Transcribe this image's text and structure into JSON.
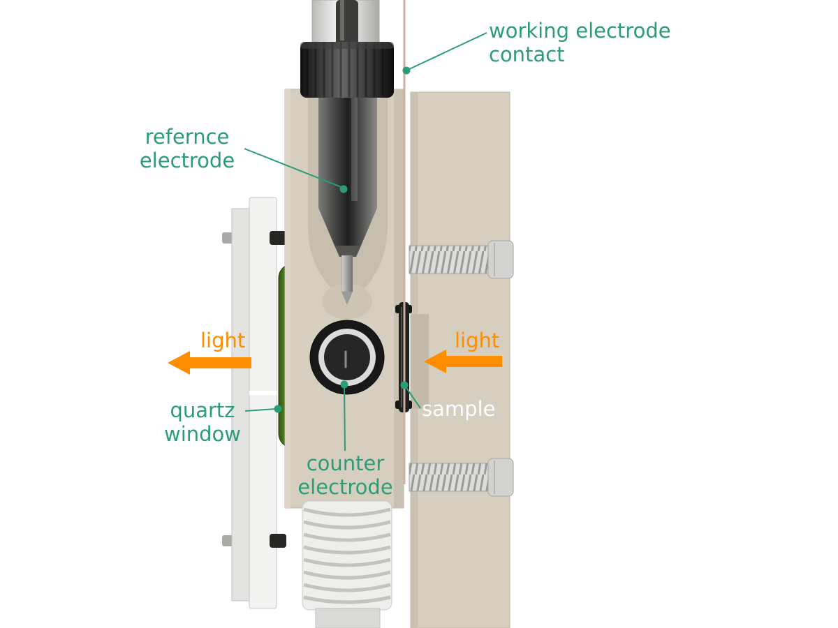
{
  "diagram": {
    "labels": {
      "working_electrode_contact": {
        "line1": "working electrode",
        "line2": "contact"
      },
      "reference_electrode": {
        "line1": "refernce",
        "line2": "electrode"
      },
      "light_left": "light",
      "light_right": "light",
      "quartz_window": {
        "line1": "quartz",
        "line2": "window"
      },
      "sample": "sample",
      "counter_electrode": {
        "line1": "counter",
        "line2": "electrode"
      }
    },
    "arrows": [
      {
        "label": "light",
        "direction": "left",
        "side": "left"
      },
      {
        "label": "light",
        "direction": "left",
        "side": "right"
      }
    ],
    "colors": {
      "label_teal": "#2a9c78",
      "arrow_orange": "#ff8d00",
      "body_beige": "#d6cfc0",
      "oring_green": "#5d9c28",
      "sample_label_white": "#ffffff"
    }
  }
}
